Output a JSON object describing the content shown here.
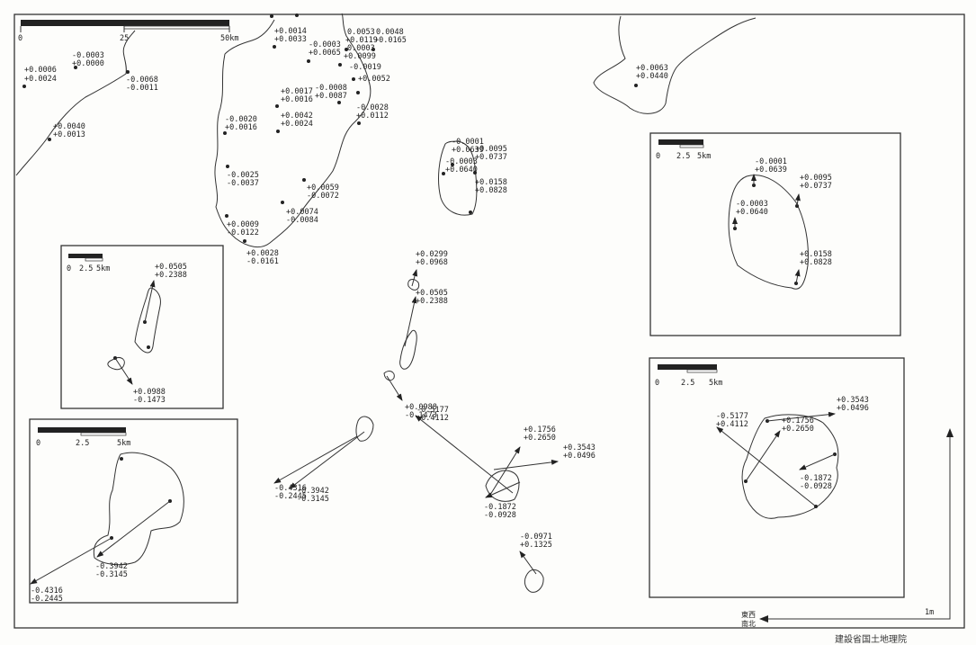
{
  "title": "Horizontal displacement vectors",
  "footer": "建設省国土地理院",
  "main_scale": {
    "ticks": [
      "0",
      "25",
      "50km"
    ]
  },
  "inset_scale": {
    "ticks": [
      "0",
      "2.5",
      "5km"
    ]
  },
  "vector_scale": {
    "label": "1m",
    "axis_x": "東西",
    "axis_y": "南北"
  },
  "stations_main": [
    {
      "ew": "+0.0006",
      "ns": "+0.0024"
    },
    {
      "ew": "-0.0003",
      "ns": "+0.0000"
    },
    {
      "ew": "-0.0068",
      "ns": "-0.0011"
    },
    {
      "ew": "+0.0040",
      "ns": "+0.0013"
    },
    {
      "ew": "+0.0014",
      "ns": "+0.0033"
    },
    {
      "ew": "-0.0003",
      "ns": "+0.0065"
    },
    {
      "ew": "0.0053",
      "ns": "+0.0119"
    },
    {
      "ew": "0.0048",
      "ns": "+0.0165"
    },
    {
      "ew": "0.0003",
      "ns": "+0.0099"
    },
    {
      "ew": "-0.0019",
      "ns": "+0.0052"
    },
    {
      "ew": "-0.0008",
      "ns": "+0.0087"
    },
    {
      "ew": "+0.0017",
      "ns": "+0.0016"
    },
    {
      "ew": "+0.0042",
      "ns": "+0.0024"
    },
    {
      "ew": "-0.0028",
      "ns": "+0.0112"
    },
    {
      "ew": "-0.0020",
      "ns": "+0.0016"
    },
    {
      "ew": "-0.0025",
      "ns": "-0.0037"
    },
    {
      "ew": "+0.0059",
      "ns": "-0.0072"
    },
    {
      "ew": "+0.0074",
      "ns": "-0.0084"
    },
    {
      "ew": "+0.0009",
      "ns": "-0.0122"
    },
    {
      "ew": "+0.0028",
      "ns": "-0.0161"
    },
    {
      "ew": "+0.0063",
      "ns": "+0.0440"
    },
    {
      "ew": "-0.0001",
      "ns": "+0.0639"
    },
    {
      "ew": "+0.0095",
      "ns": "+0.0737"
    },
    {
      "ew": "-0.0003",
      "ns": "+0.0640"
    },
    {
      "ew": "+0.0158",
      "ns": "+0.0828"
    },
    {
      "ew": "+0.0299",
      "ns": "+0.0968"
    },
    {
      "ew": "+0.0505",
      "ns": "+0.2388"
    },
    {
      "ew": "+0.0988",
      "ns": "-0.1473"
    },
    {
      "ew": "-0.5177",
      "ns": "+0.4112"
    },
    {
      "ew": "-0.4316",
      "ns": "-0.2445"
    },
    {
      "ew": "-0.3942",
      "ns": "-0.3145"
    },
    {
      "ew": "+0.1756",
      "ns": "+0.2650"
    },
    {
      "ew": "+0.3543",
      "ns": "+0.0496"
    },
    {
      "ew": "-0.1872",
      "ns": "-0.0928"
    },
    {
      "ew": "-0.0971",
      "ns": "+0.1325"
    }
  ],
  "inset_a": {
    "stations": [
      {
        "ew": "+0.0505",
        "ns": "+0.2388"
      },
      {
        "ew": "+0.0988",
        "ns": "-0.1473"
      }
    ]
  },
  "inset_b": {
    "stations": [
      {
        "ew": "-0.3942",
        "ns": "-0.3145"
      },
      {
        "ew": "-0.4316",
        "ns": "-0.2445"
      }
    ]
  },
  "inset_c": {
    "stations": [
      {
        "ew": "-0.0001",
        "ns": "+0.0639"
      },
      {
        "ew": "+0.0095",
        "ns": "+0.0737"
      },
      {
        "ew": "-0.0003",
        "ns": "+0.0640"
      },
      {
        "ew": "+0.0158",
        "ns": "+0.0828"
      }
    ]
  },
  "inset_d": {
    "stations": [
      {
        "ew": "+0.3543",
        "ns": "+0.0496"
      },
      {
        "ew": "-0.5177",
        "ns": "+0.4112"
      },
      {
        "ew": "+0.1756",
        "ns": "+0.2650"
      },
      {
        "ew": "-0.1872",
        "ns": "-0.0928"
      }
    ]
  }
}
